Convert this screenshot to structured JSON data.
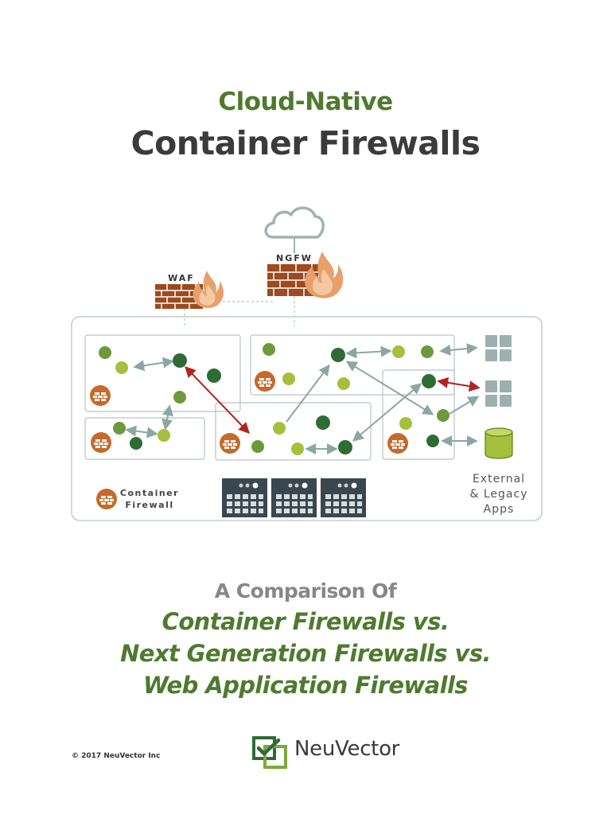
{
  "header": {
    "kicker": "Cloud-Native",
    "title": "Container Firewalls"
  },
  "diagram": {
    "ngfw_label": "NGFW",
    "waf_label": "WAF",
    "legend_line1": "Container",
    "legend_line2": "Firewall",
    "external_line1": "External",
    "external_line2": "& Legacy",
    "external_line3": "Apps",
    "colors": {
      "dark_green": "#2e6b35",
      "light_green": "#a4c03c",
      "mid_green": "#6c9a3a",
      "firewall_orange": "#c46a2b",
      "arrow_gray": "#8aa7a4",
      "arrow_red": "#b22222",
      "box_border": "#b8c3c1"
    }
  },
  "comparison": {
    "intro": "A Comparison Of",
    "line1": "Container Firewalls vs.",
    "line2": "Next Generation Firewalls vs.",
    "line3": "Web Application Firewalls"
  },
  "footer": {
    "copyright": "© 2017 NeuVector Inc",
    "brand": "NeuVector"
  }
}
